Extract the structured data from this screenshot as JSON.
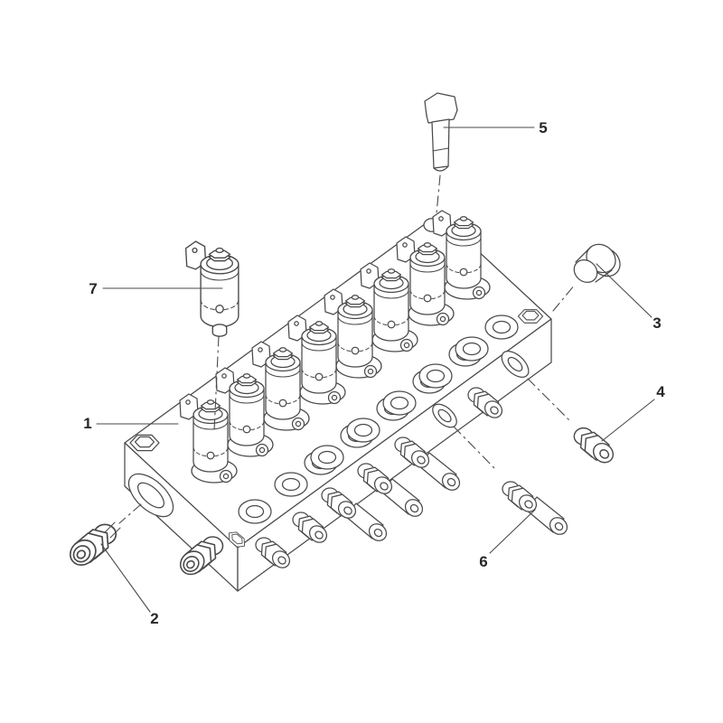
{
  "diagram": {
    "background_color": "#ffffff",
    "line_color": "#4a4a4a",
    "label_color": "#262626",
    "callouts": [
      {
        "label": "1",
        "part": "valve-manifold-block"
      },
      {
        "label": "2",
        "part": "port-plug-fitting"
      },
      {
        "label": "3",
        "part": "cap-plug"
      },
      {
        "label": "4",
        "part": "adapter-fitting"
      },
      {
        "label": "5",
        "part": "hex-bolt"
      },
      {
        "label": "6",
        "part": "tube-adapter-fitting"
      },
      {
        "label": "7",
        "part": "solenoid-valve-cartridge"
      }
    ]
  }
}
